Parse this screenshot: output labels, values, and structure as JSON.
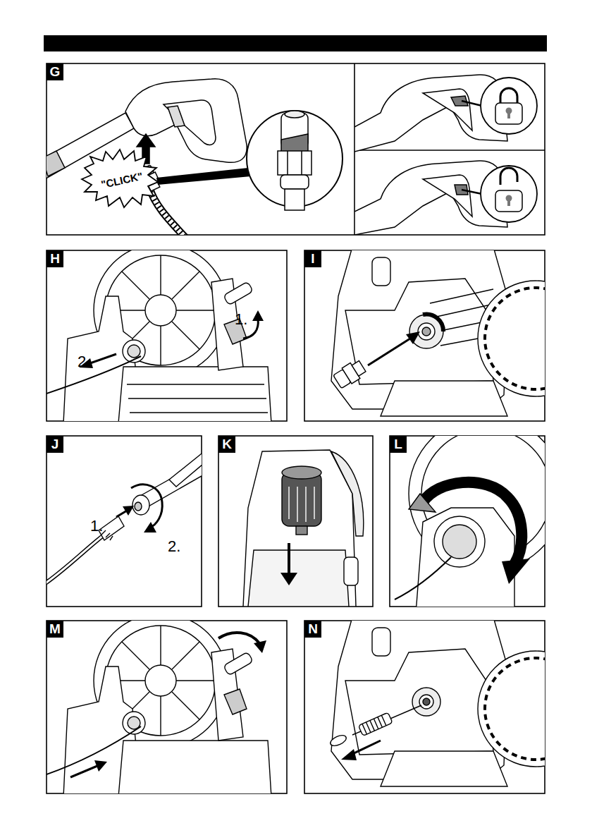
{
  "diagram": {
    "labels": [
      "G",
      "\"CLICK\"",
      "H",
      "1.",
      "2.",
      "I",
      "J",
      "1.",
      "2.",
      "K",
      "L",
      "M",
      "N"
    ]
  }
}
